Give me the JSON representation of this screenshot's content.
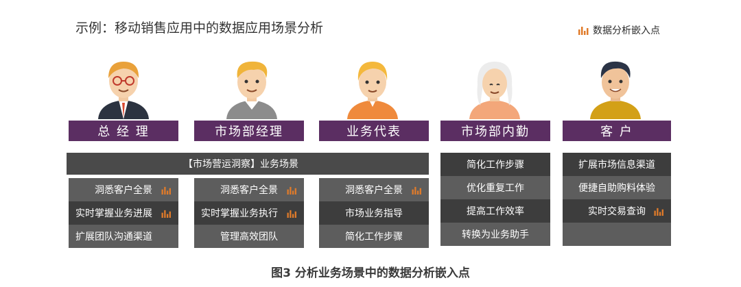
{
  "title": "示例：移动销售应用中的数据应用场景分析",
  "legend": {
    "label": "数据分析嵌入点",
    "icon": "bar-chart-icon",
    "color": "#e07b2a"
  },
  "banner": "【市场营运洞察】业务场景",
  "caption": "图3  分析业务场景中的数据分析嵌入点",
  "colors": {
    "role_bg": "#5b2e62",
    "cell_light": "#5d5d5d",
    "cell_dark": "#3d3d3d",
    "banner_bg": "#4a4a4a"
  },
  "roles": [
    {
      "label": "总 经 理",
      "avatar": "male-glasses-avatar",
      "items": [
        {
          "text": "洞悉客户全景",
          "embedded": true
        },
        {
          "text": "实时掌握业务进展",
          "embedded": true
        },
        {
          "text": "扩展团队沟通渠道",
          "embedded": false
        }
      ]
    },
    {
      "label": "市场部经理",
      "avatar": "male-blond-avatar",
      "items": [
        {
          "text": "洞悉客户全景",
          "embedded": true
        },
        {
          "text": "实时掌握业务执行",
          "embedded": true
        },
        {
          "text": "管理高效团队",
          "embedded": false
        }
      ]
    },
    {
      "label": "业务代表",
      "avatar": "female-orange-avatar",
      "items": [
        {
          "text": "洞悉客户全景",
          "embedded": true
        },
        {
          "text": "市场业务指导",
          "embedded": false
        },
        {
          "text": "简化工作步骤",
          "embedded": false
        }
      ]
    },
    {
      "label": "市场部内勤",
      "avatar": "female-white-hair-avatar",
      "items": [
        {
          "text": "简化工作步骤",
          "embedded": false
        },
        {
          "text": "优化重复工作",
          "embedded": false
        },
        {
          "text": "提高工作效率",
          "embedded": false
        },
        {
          "text": "转换为业务助手",
          "embedded": false
        }
      ]
    },
    {
      "label": "客 户",
      "avatar": "male-dark-hair-avatar",
      "items": [
        {
          "text": "扩展市场信息渠道",
          "embedded": false
        },
        {
          "text": "便捷自助购料体验",
          "embedded": false
        },
        {
          "text": "实时交易查询",
          "embedded": true
        },
        {
          "text": "",
          "embedded": false
        }
      ]
    }
  ]
}
